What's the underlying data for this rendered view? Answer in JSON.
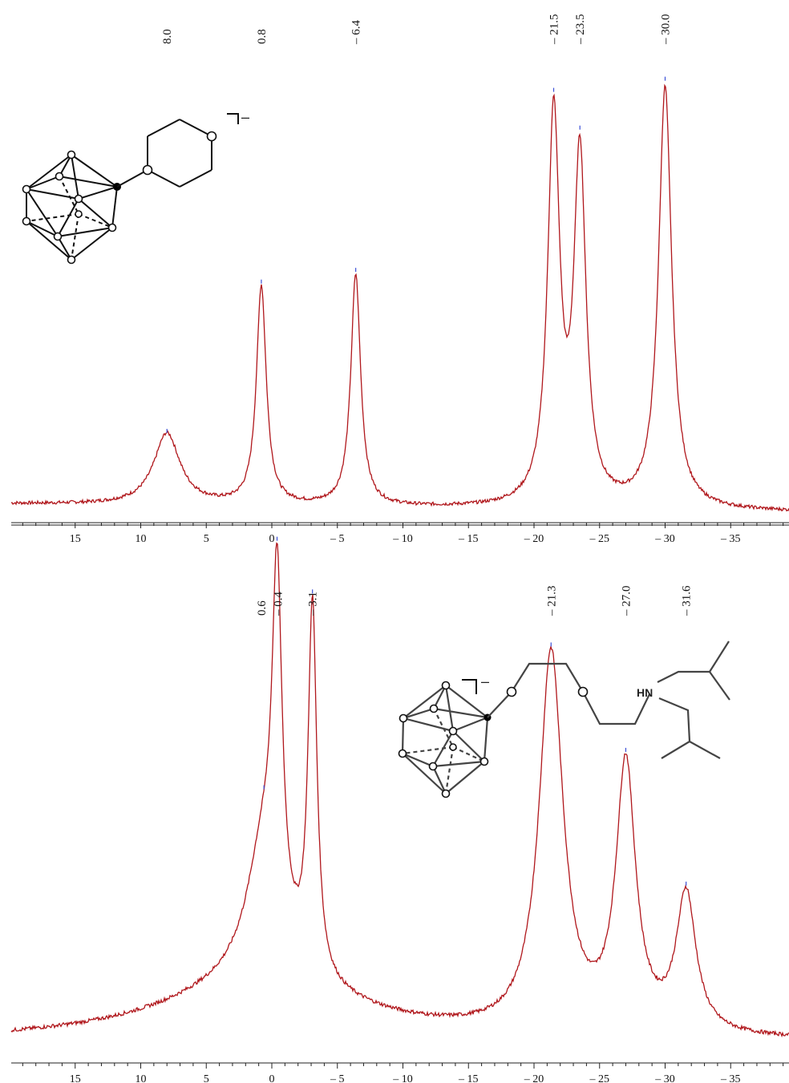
{
  "chart_data": [
    {
      "type": "line",
      "title": "",
      "xlabel": "",
      "ylabel": "",
      "xlim": [
        19.5,
        -39.5
      ],
      "x_reversed": true,
      "x_ticks": [
        15,
        10,
        5,
        0,
        -5,
        -10,
        -15,
        -20,
        -25,
        -30,
        -35
      ],
      "x_tick_labels": [
        "15",
        "10",
        "5",
        "0",
        "– 5",
        "– 10",
        "– 15",
        "– 20",
        "– 25",
        "– 30",
        "– 35"
      ],
      "baseline": 0.0,
      "peaks": [
        {
          "label": "8.0",
          "x": 8.0,
          "height": 0.17,
          "width": 1.2
        },
        {
          "label": "0.8",
          "x": 0.8,
          "height": 0.52,
          "width": 0.45
        },
        {
          "label": "– 6.4",
          "x": -6.4,
          "height": 0.55,
          "width": 0.45
        },
        {
          "label": "– 21.5",
          "x": -21.5,
          "height": 0.92,
          "width": 0.55
        },
        {
          "label": "– 23.5",
          "x": -23.5,
          "height": 0.82,
          "width": 0.55
        },
        {
          "label": "– 30.0",
          "x": -30.0,
          "height": 1.0,
          "width": 0.6
        }
      ]
    },
    {
      "type": "line",
      "title": "",
      "xlabel": "",
      "ylabel": "",
      "xlim": [
        19.5,
        -39.5
      ],
      "x_reversed": true,
      "x_ticks": [
        15,
        10,
        5,
        0,
        -5,
        -10,
        -15,
        -20,
        -25,
        -30,
        -35
      ],
      "x_tick_labels": [
        "15",
        "10",
        "5",
        "0",
        "– 5",
        "– 10",
        "– 15",
        "– 20",
        "– 25",
        "– 30",
        "– 35"
      ],
      "baseline": 0.0,
      "peaks": [
        {
          "label": "0.6",
          "x": 0.6,
          "height": 0.28,
          "width": 1.6
        },
        {
          "label": "– 0.4",
          "x": -0.4,
          "height": 0.72,
          "width": 0.45
        },
        {
          "label": "– 3.1",
          "x": -3.1,
          "height": 0.78,
          "width": 0.4
        },
        {
          "label": "– 21.3",
          "x": -21.3,
          "height": 0.8,
          "width": 1.1
        },
        {
          "label": "– 27.0",
          "x": -27.0,
          "height": 0.56,
          "width": 0.9
        },
        {
          "label": "– 31.6",
          "x": -31.6,
          "height": 0.29,
          "width": 0.9
        }
      ],
      "broad_background": {
        "center": 1.0,
        "height": 0.12,
        "width": 9
      }
    }
  ],
  "structures": {
    "top_charge": "–",
    "bottom_charge": "–",
    "bottom_amine_label": "HN"
  },
  "colors": {
    "trace": "#b0171c",
    "peak_marker": "#3a4fd6"
  }
}
